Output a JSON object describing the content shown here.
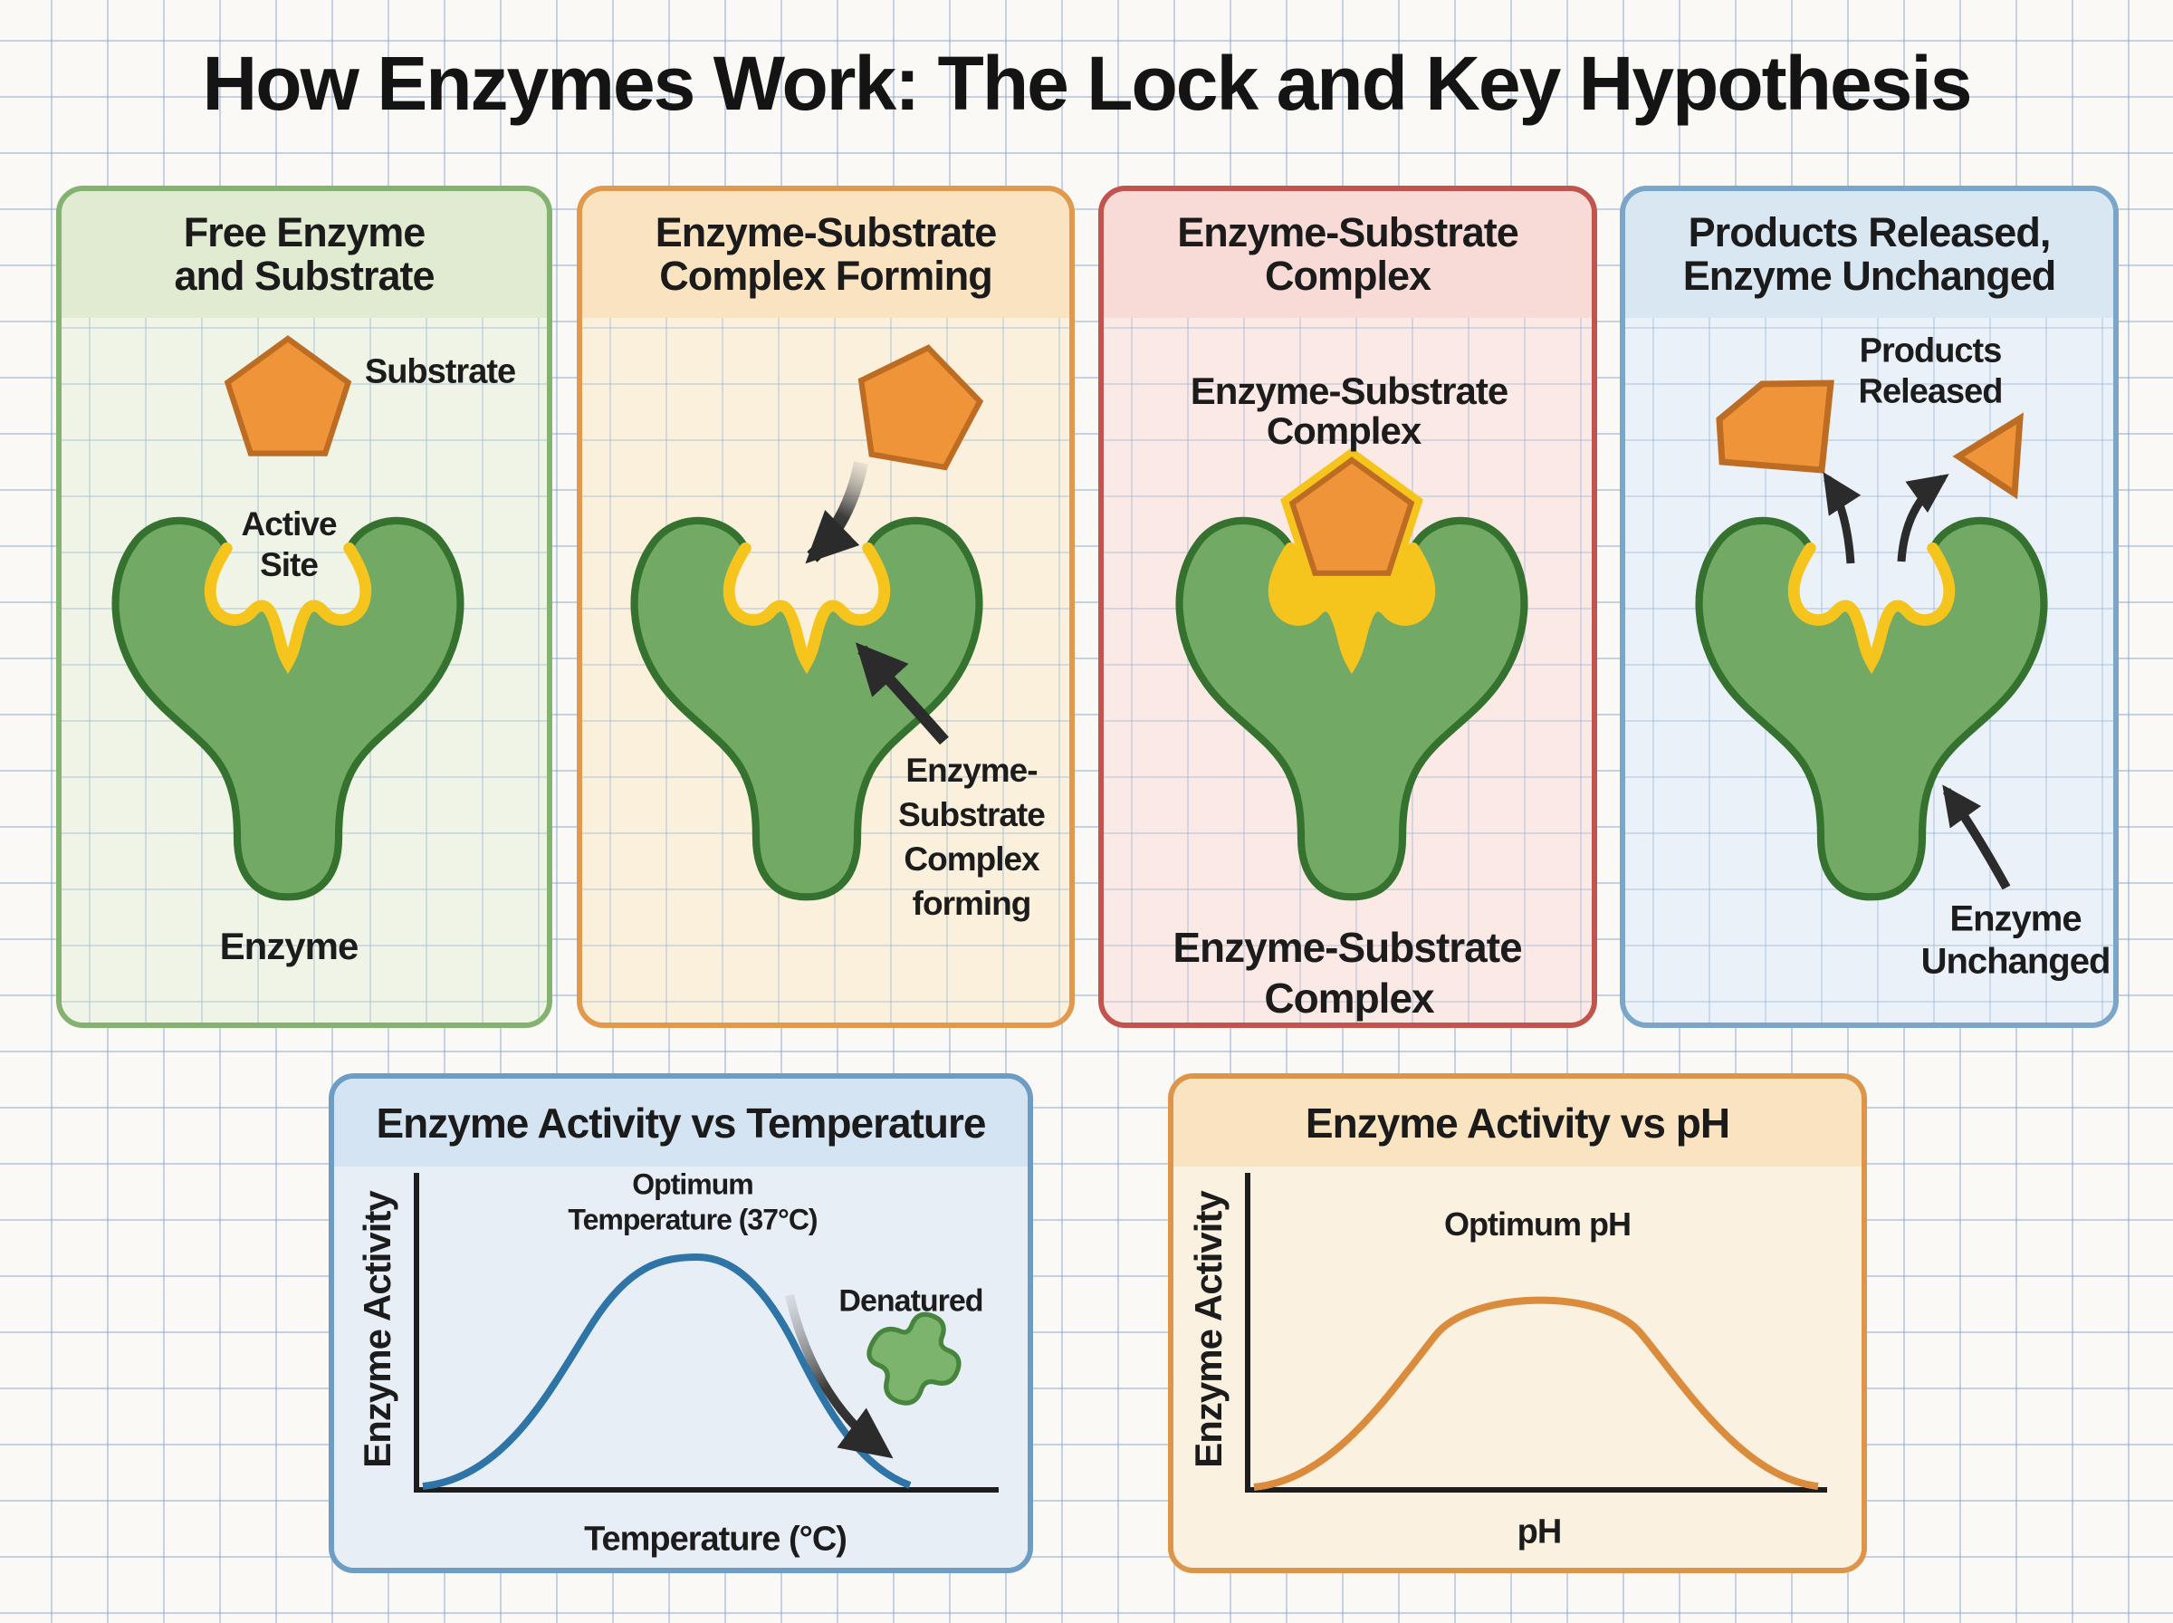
{
  "title": "How Enzymes Work: The Lock and Key Hypothesis",
  "colors": {
    "background": "#faf9f6",
    "grid_line": "#b9cde2",
    "enzyme_fill": "#72a965",
    "enzyme_outline": "#35722f",
    "active_site_yellow": "#f6c51d",
    "substrate_fill": "#f0943a",
    "substrate_outline": "#bd6d23",
    "arrow_black": "#2b2b2b",
    "panel_green_border": "#84b271",
    "panel_orange_border": "#e19a4d",
    "panel_red_border": "#c1554e",
    "panel_blue_border": "#7ba6c9",
    "temp_curve_blue": "#2f74a7",
    "ph_curve_orange": "#da8c3c"
  },
  "panels": [
    {
      "name": "free-enzyme-and-substrate",
      "header": [
        "Free Enzyme",
        "and Substrate"
      ],
      "labels": {
        "substrate": "Substrate",
        "active": "Active",
        "site": "Site",
        "enzyme": "Enzyme"
      }
    },
    {
      "name": "enzyme-substrate-complex-forming",
      "header": [
        "Enzyme-Substrate",
        "Complex Forming"
      ],
      "annotation": [
        "Enzyme-",
        "Substrate",
        "Complex",
        "forming"
      ]
    },
    {
      "name": "enzyme-substrate-complex",
      "header": [
        "Enzyme-Substrate",
        "Complex"
      ],
      "label_top": [
        "Enzyme-Substrate",
        "Complex"
      ],
      "label_bottom": [
        "Enzyme-Substrate",
        "Complex"
      ]
    },
    {
      "name": "products-released-enzyme-unchanged",
      "header": [
        "Products Released,",
        "Enzyme Unchanged"
      ],
      "products_label": [
        "Products",
        "Released"
      ],
      "enzyme_label": [
        "Enzyme",
        "Unchanged"
      ]
    }
  ],
  "charts": [
    {
      "title": "Enzyme Activity vs Temperature",
      "ylabel": "Enzyme Activity",
      "xlabel": "Temperature (°C)",
      "peak_label": [
        "Optimum",
        "Temperature (37°C)"
      ],
      "annotation": "Denatured"
    },
    {
      "title": "Enzyme Activity vs pH",
      "ylabel": "Enzyme Activity",
      "xlabel": "pH",
      "peak_label": "Optimum pH"
    }
  ],
  "chart_data": [
    {
      "type": "line",
      "title": "Enzyme Activity vs Temperature",
      "xlabel": "Temperature (°C)",
      "ylabel": "Enzyme Activity",
      "x": [
        0,
        10,
        20,
        30,
        37,
        45,
        55,
        65,
        72
      ],
      "values": [
        0,
        0.06,
        0.25,
        0.72,
        1.0,
        0.78,
        0.35,
        0.08,
        0
      ],
      "series_color": "#2f74a7",
      "annotations": [
        "Optimum Temperature (37°C) at peak",
        "Denatured past optimum"
      ],
      "axis_ticks": "none shown",
      "grid": false,
      "ylim": [
        0,
        1
      ]
    },
    {
      "type": "line",
      "title": "Enzyme Activity vs pH",
      "xlabel": "pH",
      "ylabel": "Enzyme Activity",
      "x": [
        2,
        3,
        4,
        5,
        6,
        7,
        8,
        9,
        10,
        11,
        12
      ],
      "values": [
        0,
        0.05,
        0.18,
        0.45,
        0.85,
        1.0,
        0.85,
        0.45,
        0.18,
        0.05,
        0
      ],
      "series_color": "#da8c3c",
      "annotations": [
        "Optimum pH at peak"
      ],
      "axis_ticks": "none shown",
      "grid": false,
      "ylim": [
        0,
        1
      ]
    }
  ]
}
